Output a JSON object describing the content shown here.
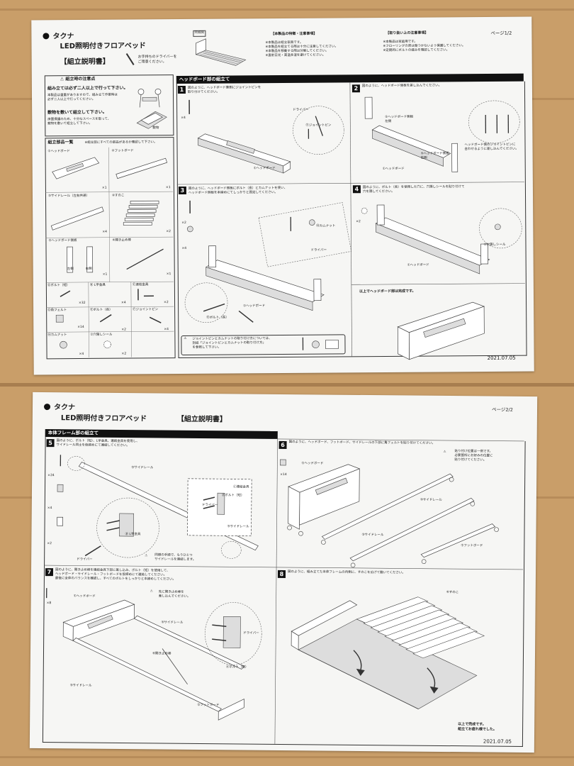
{
  "page1": {
    "brand": "タクナ",
    "product": "LED照明付きフロアベッド",
    "manual": "【組立説明書】",
    "driver_note": "お手持ちのドライバーを\nご用意ください。",
    "complete_tag": "完成図",
    "page_no": "ページ1/2",
    "date": "2021.07.05",
    "features_title": "【本製品の特徴・注意事項】",
    "features_text": "※本製品は組立家具です。\n※本製品を組立てる際は十分に注意してください。\n※本製品を移動する際は分解してください。\n※直射日光・高温多湿を避けてください。",
    "care_title": "【取り扱い上の注意事項】",
    "care_text": "※本製品は家庭用です。\n※フローリングの床は傷つかないよう保護してください。\n※定期的にボルトの緩みを確認してください。",
    "precautions": {
      "title": "組立時の注意点",
      "line1": "組み立ては必ず二人以上で行って下さい。",
      "desc1": "本製品は重量がありますので、組み立て作業時は\n必ず二人以上で行ってください。",
      "line2": "敷物を敷いて組立して下さい。",
      "desc2": "床面保護のため、十分なスペースを取って、\n敷物を敷いて組立して下さい。",
      "mat": "敷物"
    },
    "parts": {
      "title": "組立部品一覧",
      "note": "※組立前にすべての部品があるか確認して下さい。",
      "items": [
        {
          "name": "①ヘッドボード",
          "qty": "×1"
        },
        {
          "name": "②フットボード",
          "qty": "×1"
        },
        {
          "name": "③サイドレール（左右共通）",
          "qty": "×4"
        },
        {
          "name": "④すのこ",
          "qty": "×2"
        },
        {
          "name": "⑤ヘッドボード側板",
          "qty": "×1",
          "left": "左側",
          "right": "右側"
        },
        {
          "name": "⑥開き止め棒",
          "qty": "×1"
        }
      ],
      "hardware": [
        {
          "name": "Ⓐボルト（短）",
          "qty": "×32"
        },
        {
          "name": "Ⓑ L字金具",
          "qty": "×4"
        },
        {
          "name": "Ⓒ連結金具",
          "qty": "×2"
        },
        {
          "name": "Ⓓ角フェルト",
          "qty": "×14"
        },
        {
          "name": "Ⓔボルト（長）",
          "qty": "×2"
        },
        {
          "name": "Ⓕジョイントピン",
          "qty": "×4"
        },
        {
          "name": "Ⓗカムナット",
          "qty": "×4"
        },
        {
          "name": "①穴隠しシール",
          "qty": "×2"
        }
      ]
    },
    "headboard_section": "ヘッドボード部の組立て",
    "steps": [
      {
        "num": "1",
        "text": "図のように、ヘッドボード裏側にジョイントピンを\n取り付けてください。",
        "labels": [
          "ドライバー",
          "Ⓕジョイントピン",
          "①ヘッドボード"
        ],
        "qty": "×4"
      },
      {
        "num": "2",
        "text": "図のように、ヘッドボード側板を差し込んでください。",
        "labels": [
          "⑤ヘッドボード側板\n左側",
          "⑤ヘッドボード側板\n右側",
          "①ヘッドボード",
          "ヘッドボード側のジョイントピンに\n合わせるように差し込んでください。"
        ]
      },
      {
        "num": "3",
        "text": "図のように、ヘッドボード側板にボルト（長）とカムナットを使い、\nヘッドボード側板を本締めにてしっかりと固定してください。",
        "labels": [
          "Ⓗカムナット",
          "ドライバー",
          "①ヘッドボード",
          "Ⓔボルト（長）"
        ],
        "qty": [
          "×2",
          "×4"
        ]
      },
      {
        "num": "4",
        "text": "図のように、ボルト（長）を使用した穴に、穴隠しシールを貼り付けて\n穴を隠してください。",
        "labels": [
          "①穴隠しシール",
          "①ヘッドボード"
        ],
        "qty": "×2"
      }
    ],
    "joint_note": "ジョイントピンとカムナットの取り付け方については、\n別紙「ジョイントピンとカムナットの取り付け方」\nを参照して下さい。",
    "headboard_done": "以上でヘッドボード部は完成です。"
  },
  "page2": {
    "brand": "タクナ",
    "product": "LED照明付きフロアベッド",
    "manual": "【組立説明書】",
    "page_no": "ページ2/2",
    "date": "2021.07.05",
    "frame_section": "本体フレーム部の組立て",
    "steps": [
      {
        "num": "5",
        "text": "図のように、ボルト（短）、L字金具、連結金具を使用し、\nサイドレール同士を仮締めにて連結してください。",
        "labels": [
          "③サイドレール",
          "③サイドレール",
          "Ⓑ L字金具",
          "Ⓒ連結金具",
          "Ⓐボルト（短）",
          "ドライバー",
          "ドライバー"
        ],
        "qty": [
          "×24",
          "×4",
          "×2"
        ],
        "warn": "同様の手順で、もうひとつ\nサイドレールを連結します。"
      },
      {
        "num": "6",
        "text": "図のように、ヘッドボード、フットボード、サイドレールの下部に角フェルトを貼り付けてください。",
        "labels": [
          "①ヘッドボード",
          "③サイドレール",
          "③サイドレール",
          "②フットボード"
        ],
        "qty": "×14",
        "warn": "貼り付け位置は一例です。\n必要箇所にお好みの位置に\n貼り付けてください。"
      },
      {
        "num": "7",
        "text": "図のように、開き止め棒を連結金具下部に差し込み、ボルト（短）を使用して、\nヘッドボード・サイドレール・フットボードを仮締めにて連結してください。\n最後に全体のバランスを確認し、すべてのボルトをしっかりと本締めしてください。",
        "labels": [
          "①ヘッドボード",
          "③サイドレール",
          "⑥開き止め棒",
          "③サイドレール",
          "②フットボード",
          "ドライバー",
          "Ⓐボルト（短）"
        ],
        "qty": "×8",
        "warn": "先に開き止め棒を\n差し込んでください。"
      },
      {
        "num": "8",
        "text": "図のように、組み立てた本体フレームの内側に、すのこを広げて敷いてください。",
        "labels": [
          "④すのこ"
        ]
      }
    ],
    "done": "以上で完成です。\n組立てお疲れ様でした。"
  }
}
